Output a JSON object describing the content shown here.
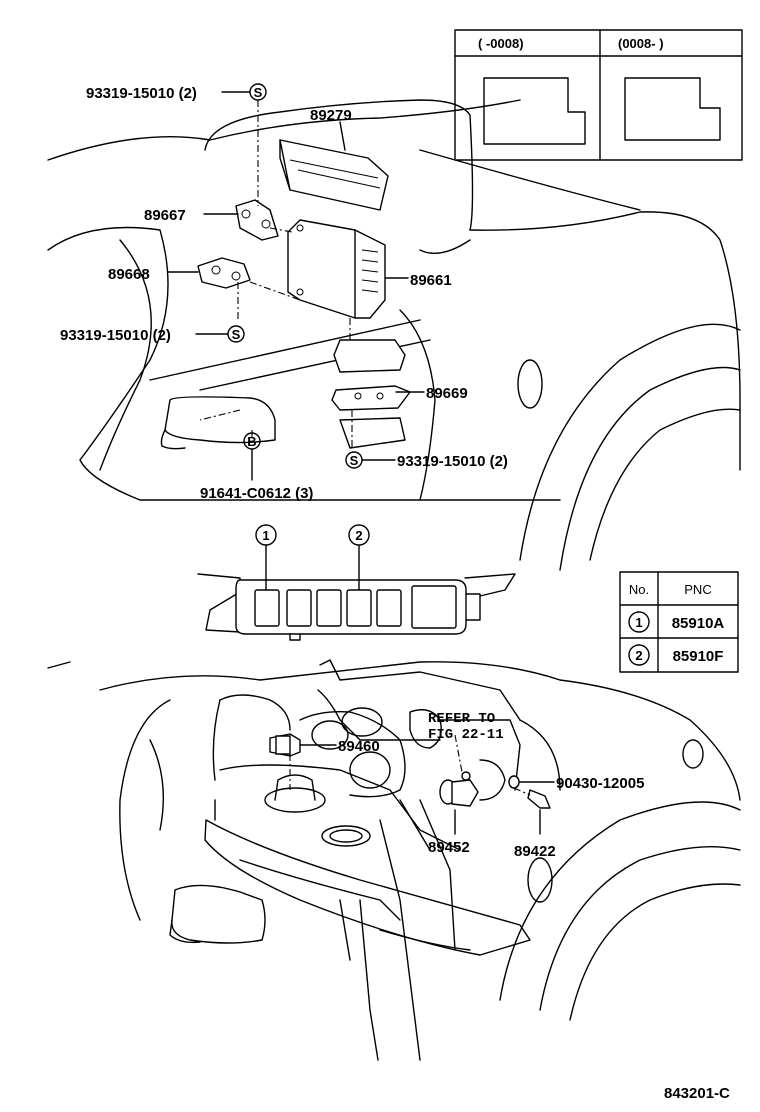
{
  "inset": {
    "left_header": "(      -0008)",
    "right_header": "(0008-        )"
  },
  "callouts": {
    "c93319_top": "93319-15010 (2)",
    "c89279": "89279",
    "c89667": "89667",
    "c89668": "89668",
    "c89661": "89661",
    "c93319_mid": "93319-15010 (2)",
    "c89669": "89669",
    "c93319_bot": "93319-15010 (2)",
    "c91641": "91641-C0612 (3)",
    "c89460": "89460",
    "refer_line1": "REFER TO",
    "refer_line2": "FIG 22-11",
    "c90430": "90430-12005",
    "c89452": "89452",
    "c89422": "89422"
  },
  "symbols": {
    "s": "S",
    "b": "B",
    "one": "1",
    "two": "2"
  },
  "pnc_table": {
    "header_no": "No.",
    "header_pnc": "PNC",
    "rows": [
      {
        "no": "1",
        "pnc": "85910A"
      },
      {
        "no": "2",
        "pnc": "85910F"
      }
    ]
  },
  "figure_id": "843201-C"
}
